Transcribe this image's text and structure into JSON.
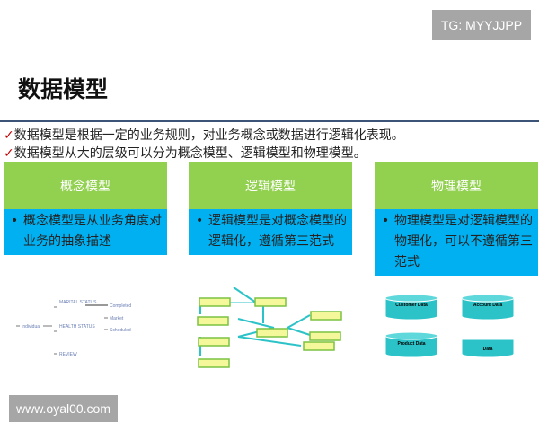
{
  "watermark_top": "TG: MYYJJPP",
  "watermark_bottom": "www.oyal00.com",
  "title": "数据模型",
  "bullets": [
    "数据模型是根据一定的业务规则，对业务概念或数据进行逻辑化表现。",
    "数据模型从大的层级可以分为概念模型、逻辑模型和物理模型。"
  ],
  "check_mark": "✓",
  "cards": [
    {
      "title": "概念模型",
      "desc": "概念模型是从业务角度对业务的抽象描述"
    },
    {
      "title": "逻辑模型",
      "desc": "逻辑模型是对概念模型的逻辑化，遵循第三范式"
    },
    {
      "title": "物理模型",
      "desc": "物理模型是对逻辑模型的物理化，可以不遵循第三范式"
    }
  ],
  "concept_diagram": {
    "root": "Individual",
    "mid": [
      "MARITAL STATUS",
      "HEALTH STATUS",
      "REVIEW"
    ],
    "leaves": [
      "Completed",
      "Market",
      "Scheduled"
    ]
  },
  "physical_diagram": [
    "Customer Data",
    "Account Data",
    "Product Data",
    "Data"
  ],
  "colors": {
    "green": "#92d050",
    "blue": "#00b0f0",
    "cyan": "#2cc3c8",
    "yellow": "#f4f79a"
  }
}
